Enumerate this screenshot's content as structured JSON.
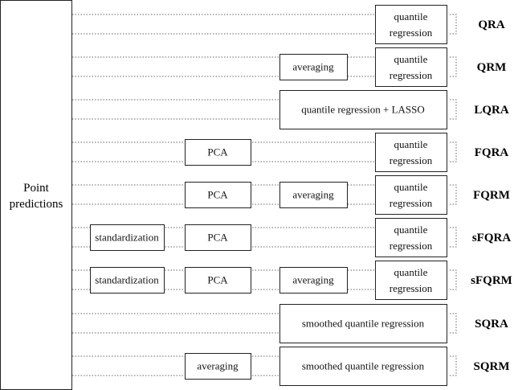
{
  "source": {
    "lines": [
      "Point",
      "predictions"
    ]
  },
  "rows": [
    {
      "label": "QRA",
      "boxes": [
        {
          "col": "qr",
          "lines": [
            "quantile",
            "regression"
          ]
        }
      ]
    },
    {
      "label": "QRM",
      "boxes": [
        {
          "col": "avg",
          "lines": [
            "averaging"
          ]
        },
        {
          "col": "qr",
          "lines": [
            "quantile",
            "regression"
          ]
        }
      ]
    },
    {
      "label": "LQRA",
      "boxes": [
        {
          "col": "wide",
          "lines": [
            "quantile regression + LASSO"
          ]
        }
      ]
    },
    {
      "label": "FQRA",
      "boxes": [
        {
          "col": "pca",
          "lines": [
            "PCA"
          ]
        },
        {
          "col": "qr",
          "lines": [
            "quantile",
            "regression"
          ]
        }
      ]
    },
    {
      "label": "FQRM",
      "boxes": [
        {
          "col": "pca",
          "lines": [
            "PCA"
          ]
        },
        {
          "col": "avg",
          "lines": [
            "averaging"
          ]
        },
        {
          "col": "qr",
          "lines": [
            "quantile",
            "regression"
          ]
        }
      ]
    },
    {
      "label": "sFQRA",
      "boxes": [
        {
          "col": "std",
          "lines": [
            "standardization"
          ]
        },
        {
          "col": "pca",
          "lines": [
            "PCA"
          ]
        },
        {
          "col": "qr",
          "lines": [
            "quantile",
            "regression"
          ]
        }
      ]
    },
    {
      "label": "sFQRM",
      "boxes": [
        {
          "col": "std",
          "lines": [
            "standardization"
          ]
        },
        {
          "col": "pca",
          "lines": [
            "PCA"
          ]
        },
        {
          "col": "avg",
          "lines": [
            "averaging"
          ]
        },
        {
          "col": "qr",
          "lines": [
            "quantile",
            "regression"
          ]
        }
      ]
    },
    {
      "label": "SQRA",
      "boxes": [
        {
          "col": "wide",
          "lines": [
            "smoothed quantile regression"
          ]
        }
      ]
    },
    {
      "label": "SQRM",
      "boxes": [
        {
          "col": "avg2",
          "lines": [
            "averaging"
          ]
        },
        {
          "col": "wide",
          "lines": [
            "smoothed quantile regression"
          ]
        }
      ]
    }
  ]
}
